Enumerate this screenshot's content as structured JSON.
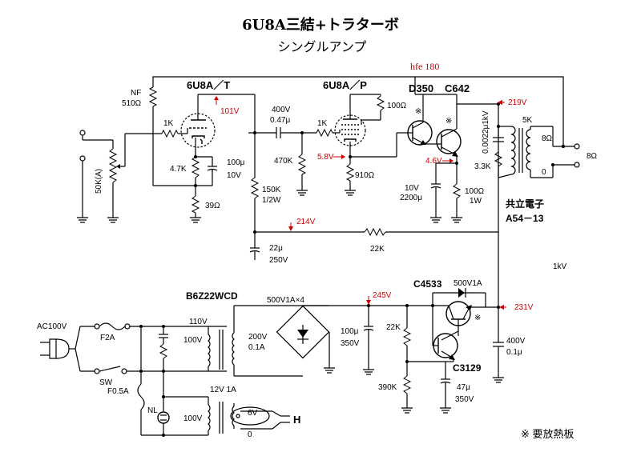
{
  "title": "6U8A三結+トラターボ",
  "subtitle": "シングルアンプ",
  "hfe_note": "hfe 180",
  "tubes": {
    "triode_name": "6U8A／T",
    "pentode_name": "6U8A／P"
  },
  "transistors": {
    "darlington": "D350",
    "output": "C642",
    "regulator_top": "C4533",
    "regulator_bottom": "C3129",
    "regulator_rating": "500V1A"
  },
  "rectifier": {
    "name": "B6Z22WCD",
    "bridge_label": "500V1A×4"
  },
  "components": {
    "nf_label": "NF",
    "nf_value": "510Ω",
    "volume": "50K(A)",
    "grid_res": "1K",
    "cathode_res": "4.7K",
    "cathode_cap_value": "100μ",
    "cathode_cap_voltage": "10V",
    "cathode_res2": "39Ω",
    "coupling_cap_voltage": "400V",
    "coupling_cap_value": "0.47μ",
    "plate_load_value": "150K",
    "plate_load_watt": "1/2W",
    "grid_leak": "470K",
    "pentode_grid_res": "1K",
    "pentode_plate_res": "100Ω",
    "pentode_cathode_res": "910Ω",
    "emitter_cap_voltage": "10V",
    "emitter_cap_value": "2200μ",
    "emitter_res_value": "100Ω",
    "emitter_res_watt": "1W",
    "snubber_cap": "0.0022μ1kV",
    "snubber_res": "3.3K",
    "filter_cap_value": "22μ",
    "filter_cap_voltage": "250V",
    "filter_res": "22K",
    "ps_cap_value": "100μ",
    "ps_cap_voltage": "350V",
    "divider_top": "22K",
    "divider_bottom": "390K",
    "ref_cap_value": "47μ",
    "ref_cap_voltage": "350V",
    "out_cap_voltage": "400V",
    "out_cap_value": "0.1μ",
    "kv_note": "1kV"
  },
  "output_transformer": {
    "maker": "共立電子",
    "model": "A54－13",
    "primary": "5K",
    "secondary": "8Ω",
    "ground": "0",
    "terminal": "8Ω"
  },
  "power": {
    "ac_in": "AC100V",
    "fuse_main": "F2A",
    "switch": "SW",
    "fuse_sub": "F0.5A",
    "neon": "NL",
    "pt_primary": "100V",
    "pt_primary_top": "110V",
    "pt_secondary_value": "200V",
    "pt_secondary_current": "0.1A",
    "ht_primary": "100V",
    "ht_rating": "12V 1A",
    "heater_tap": "6V",
    "heater_zero": "0",
    "heater_label": "H"
  },
  "voltages": {
    "triode_plate": "101V",
    "pentode_cathode": "5.8V",
    "emitter": "4.6V",
    "output_plate": "219V",
    "b_plus_mid": "214V",
    "b_plus_rect": "245V",
    "b_plus_reg": "231V"
  },
  "notes": {
    "mark": "※",
    "legend": "※ 要放熱板"
  }
}
